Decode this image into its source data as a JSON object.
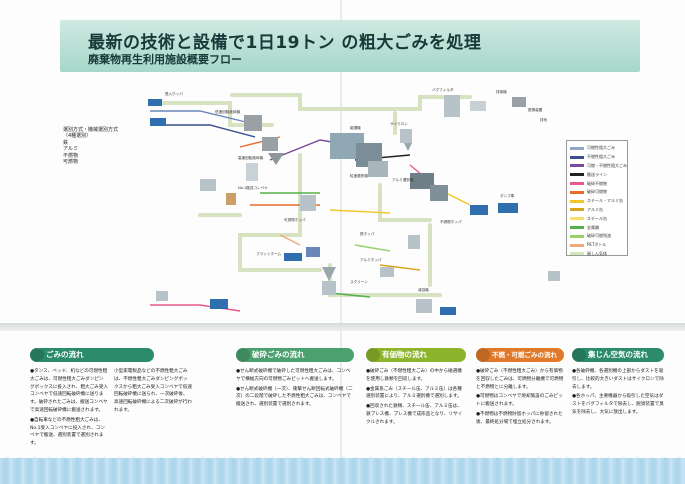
{
  "header": {
    "title": "最新の技術と設備で1日19トン の粗大ごみを処理",
    "subtitle": "廃棄物再生利用施設概要フロー"
  },
  "sorting_box": {
    "lines": [
      "選別方式・機械選別方式",
      "（4種選別）",
      "鉄",
      "アルミ",
      "不燃物",
      "可燃物"
    ]
  },
  "legend": {
    "items": [
      {
        "label": "可燃性粗大ごみ",
        "color": "#8fa8c8"
      },
      {
        "label": "不燃性粗大ごみ",
        "color": "#3a4f8c"
      },
      {
        "label": "可燃・不燃性粗大ごみ",
        "color": "#7a4b9a"
      },
      {
        "label": "搬送ライン",
        "color": "#222222"
      },
      {
        "label": "破砕不燃物",
        "color": "#e65a8a"
      },
      {
        "label": "破砕可燃物",
        "color": "#e86d2c"
      },
      {
        "label": "スチール・アルミ缶",
        "color": "#f2c629"
      },
      {
        "label": "アルミ缶",
        "color": "#d9a51f"
      },
      {
        "label": "スチール缶",
        "color": "#f7df6d"
      },
      {
        "label": "金属類",
        "color": "#56b04a"
      },
      {
        "label": "破砕可燃残渣",
        "color": "#9ad06a"
      },
      {
        "label": "PETボトル",
        "color": "#f2a77e"
      },
      {
        "label": "磁しん気体",
        "color": "#cfe6b8"
      }
    ]
  },
  "diagram": {
    "labels": [
      "受入ホッパ",
      "低速回転破砕機",
      "高速回転破砕機",
      "No.1搬送コンベヤ",
      "バグフィルタ",
      "サイクロン",
      "排風機",
      "磁選機",
      "アルミ選別機",
      "粒度選別機",
      "可燃物ホッパ",
      "不燃物ホッパ",
      "鉄ホッパ",
      "アルミホッパ",
      "プラットホーム",
      "PETボトル貯留ホッパ",
      "スクリーン",
      "減容機",
      "脱臭装置",
      "ダンプ車",
      "排気"
    ]
  },
  "flows": [
    {
      "heading": "ごみの流れ",
      "color": "#2b8b6a",
      "paragraphs": [
        "●タンス、ベッド、机などの可燃性粗大ごみは、可燃性粗大ごみダンピングボックスに投入され、粗大ごみ受入コンベヤで低速回転破砕機に送ります。破砕されたごみは、搬送コンベヤで高速回転破砕機に搬送されます。",
        "●自転車などの不燃性粗大ごみは、No.1受入コンベヤに投入され、コンベヤで搬送、選別装置で選別されます。",
        "小型家電製品などの不燃性粗大ごみは、不燃性粗大ごみダンピングボックスから粗大ごみ受入コンベヤで低速回転破砕機に送られ、一次破砕後、高速回転破砕機による二次破砕が行われます。"
      ]
    },
    {
      "heading": "破砕ごみの流れ",
      "color": "#4aa16f",
      "paragraphs": [
        "●せん断式破砕機で破砕した可燃性粗大ごみは、コンベヤで横幅方向の可燃物ごみピットへ搬送します。",
        "●せん断式破砕機（一次）、衝撃せん断回転式破砕機（二次）の二段階で破砕した不燃性粗大ごみは、コンベヤで搬送され、選別装置で選別されます。"
      ]
    },
    {
      "heading": "有価物の流れ",
      "color": "#8db52c",
      "paragraphs": [
        "●破砕ごみ（不燃性粗大ごみ）の中から磁選機を使用し鉄類を回収します。",
        "●金属系ごみ（スチール缶、アルミ缶）は各種選別装置により、アルミ選別機で選別します。",
        "●回収された鉄類、スチール缶、アルミ缶は、鉄プレス機、プレス機で成形品となり、リサイクルされます。"
      ]
    },
    {
      "heading": "不燃・可燃ごみの流れ",
      "color": "#e07a2a",
      "paragraphs": [
        "●破砕ごみ（不燃性粗大ごみ）から有価物を回収したごみは、可燃物分離機で可燃物と不燃物とに分離します。",
        "●可燃物はコンベヤで焼却施設のごみピットに搬送されます。",
        "●不燃物は不燃物貯留ホッパに貯留された後、最終処分場で埋立処分されます。"
      ]
    },
    {
      "heading": "集じん空気の流れ",
      "color": "#2b8b6a",
      "paragraphs": [
        "●各破砕機、各選別機の上部からダストを吸引し、比較的大きいダストはサイクロンで除去します。",
        "●各ホッパ、主要機器から吸引した空気はダストをバグフィルタで除去し、脱臭装置で臭気を除去し、大気に放出します。"
      ]
    }
  ]
}
